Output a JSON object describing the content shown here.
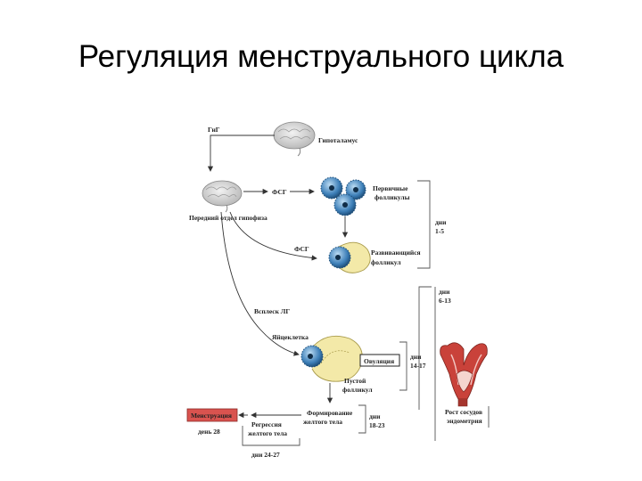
{
  "title": "Регуляция менструального цикла",
  "labels": {
    "gnrh": "ГнГ",
    "hypothalamus": "Гипоталамус",
    "pituitary": "Передний отдел гипофиза",
    "fsh1": "ФСГ",
    "fsh2": "ФСГ",
    "primary_follicles_1": "Первичные",
    "primary_follicles_2": "фолликулы",
    "developing_follicle_1": "Развивающийся",
    "developing_follicle_2": "фолликул",
    "days_1_5_a": "дни",
    "days_1_5_b": "1-5",
    "days_6_13_a": "дни",
    "days_6_13_b": "6-13",
    "lh_surge": "Всплеск ЛГ",
    "ovum": "Яйцеклетка",
    "ovulation": "Овуляция",
    "days_14_17_a": "дни",
    "days_14_17_b": "14-17",
    "empty_follicle_1": "Пустой",
    "empty_follicle_2": "фолликул",
    "menstruation": "Менструация",
    "day_28": "день 28",
    "regression_1": "Регрессия",
    "regression_2": "желтого тела",
    "corpus_formation_1": "Формирование",
    "corpus_formation_2": "желтого тела",
    "days_18_23_a": "дни",
    "days_18_23_b": "18-23",
    "days_24_27": "дни 24-27",
    "vessel_growth_1": "Рост сосудов",
    "vessel_growth_2": "эндометрия"
  },
  "colors": {
    "follicle_blue": "#3d7fb8",
    "follicle_cream": "#f3e9a8",
    "menstruation_red": "#d9534f",
    "uterus_red": "#c9423a",
    "brain_gray": "#cfcfcf"
  }
}
